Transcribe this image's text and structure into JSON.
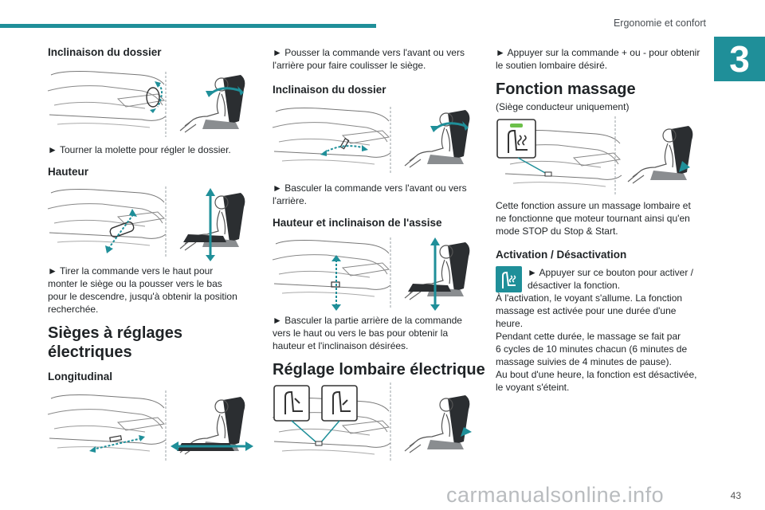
{
  "header": {
    "section_title": "Ergonomie et confort",
    "chapter": "3",
    "page_number": "43"
  },
  "col1": {
    "h_backrest": "Inclinaison du dossier",
    "p_backrest": "► Tourner la molette pour régler le dossier.",
    "h_height": "Hauteur",
    "p_height": [
      "► Tirer la commande vers le haut pour",
      "monter le siège ou la pousser vers le bas",
      "pour le descendre, jusqu'à obtenir la position",
      "recherchée."
    ],
    "h_electric": [
      "Sièges à réglages",
      "électriques"
    ],
    "h_longitudinal": "Longitudinal"
  },
  "col2": {
    "p_slide": [
      "► Pousser la commande vers l'avant ou vers",
      "l'arrière pour faire coulisser le siège."
    ],
    "h_backrest": "Inclinaison du dossier",
    "p_backrest": [
      "► Basculer la commande vers l'avant ou vers",
      "l'arrière."
    ],
    "h_cushion": "Hauteur et inclinaison de l'assise",
    "p_cushion": [
      "► Basculer la partie arrière de la commande",
      "vers le haut ou vers le bas pour obtenir la",
      "hauteur et l'inclinaison désirées."
    ],
    "h_lumbar": "Réglage lombaire électrique"
  },
  "col3": {
    "p_lumbar": [
      "► Appuyer sur la commande + ou - pour obtenir",
      "le soutien lombaire désiré."
    ],
    "h_massage": "Fonction massage",
    "p_driver": "(Siège conducteur uniquement)",
    "p_massage": [
      "Cette fonction assure un massage lombaire et",
      "ne fonctionne que moteur tournant ainsi qu'en",
      "mode STOP du Stop & Start."
    ],
    "h_activation": "Activation / Désactivation",
    "p_button": [
      "► Appuyer sur ce bouton pour activer /",
      "désactiver la fonction."
    ],
    "p_details": [
      "À l'activation, le voyant s'allume. La fonction",
      "massage est activée pour une durée d'une",
      "heure.",
      "Pendant cette durée, le massage se fait par",
      "6 cycles de 10 minutes chacun (6 minutes de",
      "massage suivies de 4 minutes de pause).",
      "Au bout d'une heure, la fonction est désactivée,",
      "le voyant s'éteint."
    ]
  },
  "watermark": "carmanualsonline.info",
  "colors": {
    "accent": "#1f8f99",
    "text": "#1f2326"
  },
  "icons": [
    "seat-adjust-icon",
    "massage-button-icon"
  ]
}
